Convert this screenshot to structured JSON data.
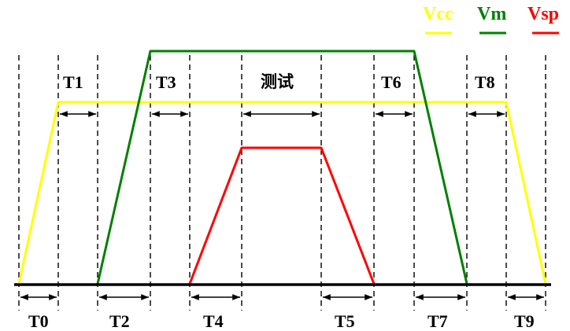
{
  "legend": [
    {
      "label": "Vcc",
      "color": "#FFFF00"
    },
    {
      "label": "Vm",
      "color": "#008000"
    },
    {
      "label": "Vsp",
      "color": "#FF0000"
    }
  ],
  "labels": {
    "t0": "T0",
    "t1": "T1",
    "t2": "T2",
    "t3": "T3",
    "t4": "T4",
    "t5": "T5",
    "t6": "T6",
    "t7": "T7",
    "t8": "T8",
    "t9": "T9",
    "test": "测试"
  },
  "colors": {
    "vcc": "#FFFF00",
    "vm": "#008000",
    "vsp": "#FF0000",
    "baseline": "#000000"
  }
}
